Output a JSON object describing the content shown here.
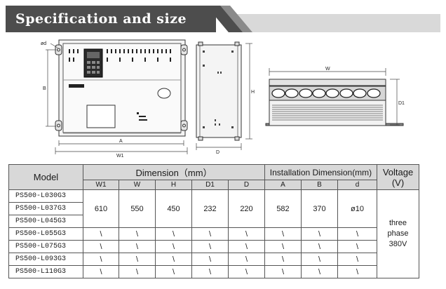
{
  "header": {
    "title": "Specification and size"
  },
  "drawing_labels": {
    "front": {
      "od": "ød",
      "b": "B",
      "a": "A",
      "w1": "W1"
    },
    "side": {
      "h": "H",
      "d": "D"
    },
    "top": {
      "w": "W",
      "d1": "D1"
    }
  },
  "table": {
    "model_header": "Model",
    "dimension_header": "Dimension（mm）",
    "install_header": "Installation Dimension(mm)",
    "voltage_header": "Voltage (V)",
    "dimension_cols": [
      "W1",
      "W",
      "H",
      "D1",
      "D"
    ],
    "install_cols": [
      "A",
      "B",
      "d"
    ],
    "models": [
      "PS500-L030G3",
      "PS500-L037G3",
      "PS500-L045G3",
      "PS500-L055G3",
      "PS500-L075G3",
      "PS500-L093G3",
      "PS500-L110G3"
    ],
    "group_values": [
      "610",
      "550",
      "450",
      "232",
      "220",
      "582",
      "370",
      "ø10"
    ],
    "placeholder": "\\",
    "voltage_lines": [
      "three",
      "phase",
      "380V"
    ]
  }
}
